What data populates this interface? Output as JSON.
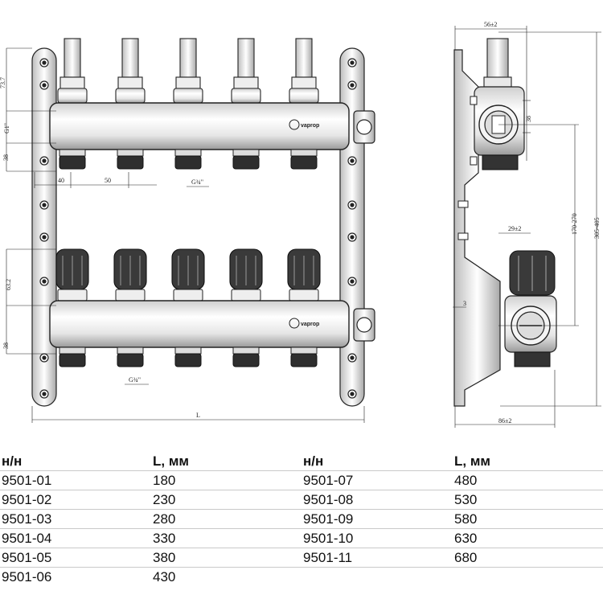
{
  "drawing": {
    "brand": "vaprop",
    "front_dims": {
      "top_height": "73.7",
      "thread_top": "G1\"",
      "bar_height_top": "38",
      "pitch_left": "40",
      "pitch": "50",
      "outlet_thread_top": "G¾\"",
      "lower_height": "63.2",
      "bar_height_bottom": "38",
      "outlet_thread_bottom": "G¾\"",
      "length": "L"
    },
    "side_dims": {
      "top_width": "56±2",
      "height_a": "38",
      "height_b": "170-270",
      "height_c": "305-405",
      "offset": "29±2",
      "plate": "3",
      "bottom_width": "86±2"
    }
  },
  "table": {
    "headers": [
      "н/н",
      "L, мм",
      "н/н",
      "L, мм"
    ],
    "rows": [
      [
        "9501-01",
        "180",
        "9501-07",
        "480"
      ],
      [
        "9501-02",
        "230",
        "9501-08",
        "530"
      ],
      [
        "9501-03",
        "280",
        "9501-09",
        "580"
      ],
      [
        "9501-04",
        "330",
        "9501-10",
        "630"
      ],
      [
        "9501-05",
        "380",
        "9501-11",
        "680"
      ],
      [
        "9501-06",
        "430",
        "",
        ""
      ]
    ]
  }
}
